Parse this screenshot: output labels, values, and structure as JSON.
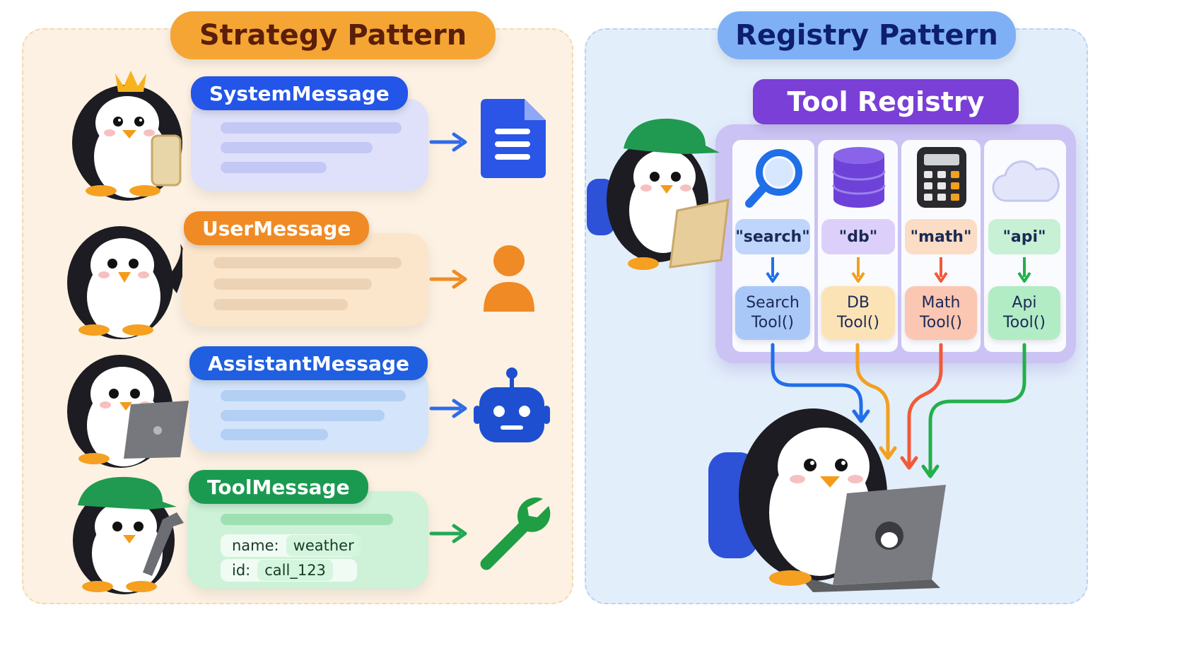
{
  "strategy": {
    "title": "Strategy Pattern",
    "messages": [
      {
        "label": "SystemMessage",
        "icon": "document-icon",
        "color": "#2255e8"
      },
      {
        "label": "UserMessage",
        "icon": "user-icon",
        "color": "#f08a24"
      },
      {
        "label": "AssistantMessage",
        "icon": "robot-icon",
        "color": "#1f5fe0"
      },
      {
        "label": "ToolMessage",
        "icon": "wrench-icon",
        "color": "#1a9a50",
        "fields": [
          {
            "key": "name:",
            "value": "weather"
          },
          {
            "key": "id:",
            "value": "call_123"
          }
        ]
      }
    ]
  },
  "registry": {
    "title": "Registry Pattern",
    "board_title": "Tool Registry",
    "tools": [
      {
        "key": "\"search\"",
        "line1": "Search",
        "line2": "Tool()",
        "icon": "magnifier-icon",
        "color": "#1f6fe8"
      },
      {
        "key": "\"db\"",
        "line1": "DB",
        "line2": "Tool()",
        "icon": "database-icon",
        "color": "#f2a020"
      },
      {
        "key": "\"math\"",
        "line1": "Math",
        "line2": "Tool()",
        "icon": "calculator-icon",
        "color": "#f05a3a"
      },
      {
        "key": "\"api\"",
        "line1": "Api",
        "line2": "Tool()",
        "icon": "cloud-icon",
        "color": "#22b04a"
      }
    ]
  }
}
